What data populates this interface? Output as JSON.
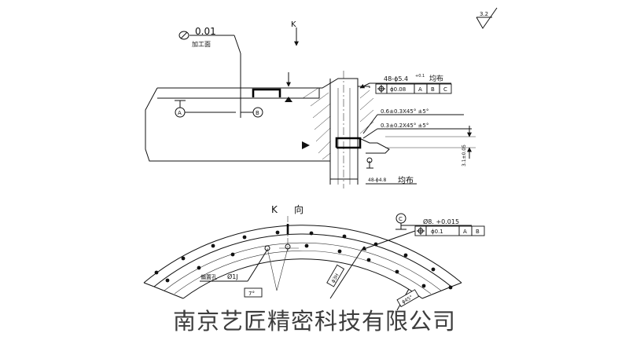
{
  "section": {
    "view_arrow": "K",
    "flatness_value": "0.01",
    "flatness_note": "加工面",
    "roughness": "3.2",
    "datum_a": "A",
    "datum_b": "B",
    "datum_c": "C",
    "hole_spec_top_prefix": "48-ϕ5.4",
    "hole_spec_top_tol": "+0.1",
    "hole_spec_top_suffix": "均布",
    "fcf_top": [
      "ϕ0.08",
      "A",
      "B",
      "C"
    ],
    "chamfer_1": "0.6±0.3X45° ±5°",
    "chamfer_2": "0.3±0.2X45° ±5°",
    "height_dim": "3.1±0.05",
    "hole_spec_bottom_prefix": "48-ϕ4.8",
    "hole_spec_bottom_suffix": "均布"
  },
  "k_view": {
    "title_k": "K",
    "title_dir": "向",
    "datum_c": "C",
    "hole_spec": "Ø8.  +0.015",
    "fcf": [
      "ϕ0.1",
      "A",
      "B"
    ],
    "offset_hole_label": "偏置孔",
    "offset_dim": "Ø1J",
    "angle": "7°",
    "slant_label_1": "ϕ3H",
    "slant_label_2": "ϕ45°"
  },
  "company": "南京艺匠精密科技有限公司"
}
